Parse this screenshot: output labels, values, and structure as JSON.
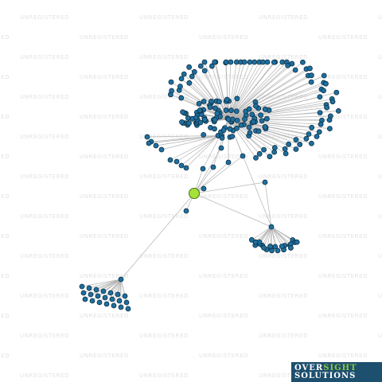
{
  "watermark": {
    "text": "UNREGISTERED"
  },
  "logo": {
    "word1_a": "OVER",
    "word1_b": "SIGHT",
    "word2": "SOLUTIONS"
  },
  "colors": {
    "node_fill": "#1e6f9e",
    "node_stroke": "#0d2f45",
    "focus_fill": "#a6e23a",
    "focus_stroke": "#4a6f1a",
    "edge": "#b3b3b3",
    "logo_bg": "#1d4f6e",
    "logo_green": "#8cc63f"
  },
  "graph": {
    "focus_node": "center-entity",
    "node_count_visible": 236,
    "clusters": [
      {
        "name": "upper-ring",
        "count": 78,
        "link": "cluster-core"
      },
      {
        "name": "cluster-core",
        "count": 98,
        "link": "center-entity"
      },
      {
        "name": "left-arc",
        "count": 9,
        "link": "cluster-core"
      },
      {
        "name": "right-hub",
        "count": 21,
        "link": "center-entity"
      },
      {
        "name": "lower-left-hub",
        "count": 21,
        "link": "center-entity"
      }
    ]
  }
}
